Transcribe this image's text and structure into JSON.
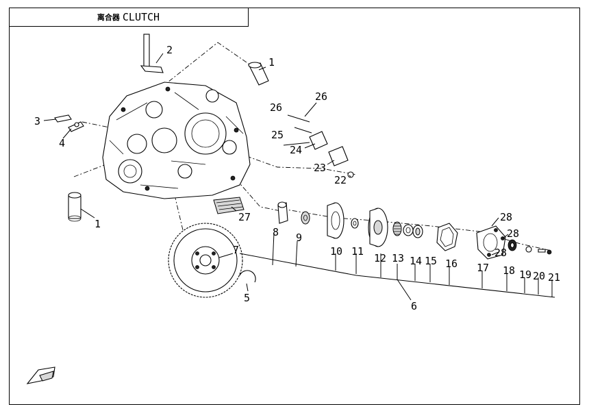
{
  "title": {
    "cjk": "离合器",
    "text": "CLUTCH"
  },
  "labels": [
    "1",
    "2",
    "1",
    "3",
    "4",
    "26",
    "26",
    "25",
    "24",
    "23",
    "22",
    "27",
    "5",
    "7",
    "8",
    "9",
    "10",
    "11",
    "12",
    "13",
    "14",
    "15",
    "16",
    "28",
    "28",
    "28",
    "17",
    "18",
    "19",
    "20",
    "21",
    "6"
  ],
  "icons": {
    "fwd_arrow": "fwd-arrow-icon"
  }
}
